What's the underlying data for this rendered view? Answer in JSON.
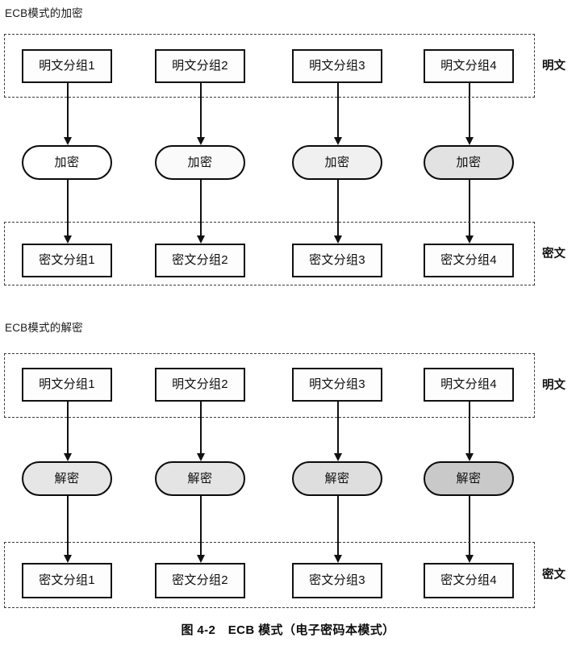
{
  "figure": {
    "caption": "图 4-2　ECB 模式（电子密码本模式）"
  },
  "sections": [
    {
      "id": "encryption",
      "heading": "ECB模式的加密",
      "input_group": {
        "side_label": "明文",
        "blocks": [
          {
            "label": "明文分组1"
          },
          {
            "label": "明文分组2"
          },
          {
            "label": "明文分组3"
          },
          {
            "label": "明文分组4"
          }
        ]
      },
      "operations": [
        {
          "label": "加密",
          "fill": "#ffffff"
        },
        {
          "label": "加密",
          "fill": "#fafafa"
        },
        {
          "label": "加密",
          "fill": "#f0f0f0"
        },
        {
          "label": "加密",
          "fill": "#e2e2e2"
        }
      ],
      "output_group": {
        "side_label": "密文",
        "blocks": [
          {
            "label": "密文分组1"
          },
          {
            "label": "密文分组2"
          },
          {
            "label": "密文分组3"
          },
          {
            "label": "密文分组4"
          }
        ]
      }
    },
    {
      "id": "decryption",
      "heading": "ECB模式的解密",
      "input_group": {
        "side_label": "明文",
        "blocks": [
          {
            "label": "明文分组1"
          },
          {
            "label": "明文分组2"
          },
          {
            "label": "明文分组3"
          },
          {
            "label": "明文分组4"
          }
        ]
      },
      "operations": [
        {
          "label": "解密",
          "fill": "#e6e6e6"
        },
        {
          "label": "解密",
          "fill": "#e4e4e4"
        },
        {
          "label": "解密",
          "fill": "#dedede"
        },
        {
          "label": "解密",
          "fill": "#c9c9c9"
        }
      ],
      "output_group": {
        "side_label": "密文",
        "blocks": [
          {
            "label": "密文分组1"
          },
          {
            "label": "密文分组2"
          },
          {
            "label": "密文分组3"
          },
          {
            "label": "密文分组4"
          }
        ]
      }
    }
  ],
  "layout": {
    "columns_x": [
      27,
      192,
      362,
      525
    ],
    "block_width": 112,
    "block_height": 42,
    "op_width": 112,
    "op_height": 43
  }
}
